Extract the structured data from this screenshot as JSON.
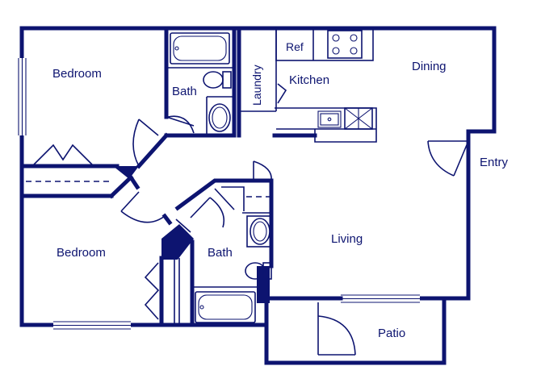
{
  "floor_plan": {
    "colors": {
      "line": "#0d1470",
      "background": "#ffffff"
    },
    "rooms": {
      "bedroom_1": "Bedroom",
      "bath_1": "Bath",
      "laundry": "Laundry",
      "ref": "Ref",
      "kitchen": "Kitchen",
      "dining": "Dining",
      "entry": "Entry",
      "living": "Living",
      "bedroom_2": "Bedroom",
      "bath_2": "Bath",
      "patio": "Patio"
    }
  }
}
